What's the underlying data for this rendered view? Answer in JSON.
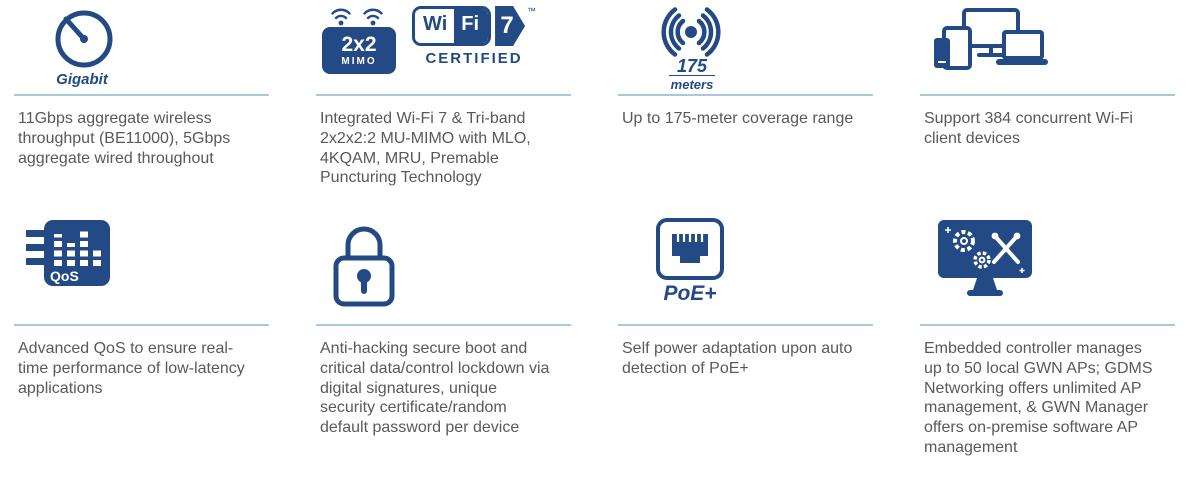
{
  "colors": {
    "navy": "#234a85",
    "divider": "#a7c9dc",
    "text": "#58595b"
  },
  "features": [
    {
      "name": "gigabit",
      "icon": "gigabit-gauge-icon",
      "icon_label": "Gigabit",
      "text": "11Gbps aggregate wireless throughput (BE11000), 5Gbps aggregate wired throughout"
    },
    {
      "name": "wifi7-mimo",
      "icon": "wifi7-certified-badge",
      "mimo_value": "2x2",
      "mimo_label": "MIMO",
      "wifi_wi": "Wi",
      "wifi_fi": "Fi",
      "wifi_gen": "7",
      "wifi_tm": "™",
      "wifi_certified": "CERTIFIED",
      "text": "Integrated Wi-Fi 7 & Tri-band 2x2x2:2 MU-MIMO with MLO, 4KQAM, MRU, Premable Puncturing Technology"
    },
    {
      "name": "coverage",
      "icon": "coverage-range-icon",
      "range_value": "175",
      "range_unit": "meters",
      "text": "Up to 175-meter coverage range"
    },
    {
      "name": "clients",
      "icon": "client-devices-icon",
      "text": "Support 384 concurrent Wi-Fi client devices"
    },
    {
      "name": "qos",
      "icon": "qos-icon",
      "icon_label": "QoS",
      "text": "Advanced QoS to ensure real-time performance of low-latency applications"
    },
    {
      "name": "security",
      "icon": "security-lock-icon",
      "text": "Anti-hacking secure boot and critical data/control lockdown via digital signatures, unique security certificate/random default password per device"
    },
    {
      "name": "poe",
      "icon": "poe-port-icon",
      "icon_label": "PoE+",
      "text": "Self power adaptation upon auto detection of PoE+"
    },
    {
      "name": "controller",
      "icon": "embedded-controller-icon",
      "text": "Embedded controller manages up to 50 local GWN APs; GDMS Networking offers unlimited AP management, & GWN Manager offers on-premise software AP management"
    }
  ]
}
